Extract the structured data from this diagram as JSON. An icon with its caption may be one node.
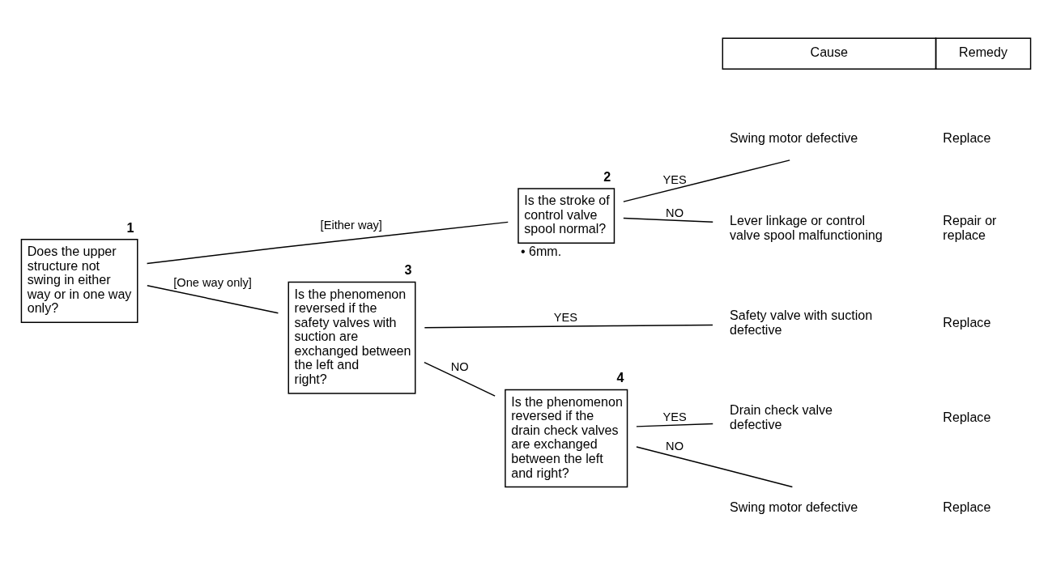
{
  "diagram": {
    "nodes": [
      {
        "text": [
          "Does the upper structure not swing in either way or in one way only?"
        ],
        "beside": [
          "1"
        ]
      },
      {
        "text": [
          "Is the stroke of control valve spool normal?"
        ],
        "beside": [
          "2",
          "• 6mm."
        ]
      },
      {
        "text": [
          "Is the phenomenon reversed if the safety valves with suction are exchanged between the left and right?"
        ],
        "beside": [
          "3"
        ]
      },
      {
        "text": [
          "Is the phenomenon reversed if the drain check valves are exchanged between the left and right?"
        ],
        "beside": [
          "4"
        ]
      },
      {
        "text": [
          "Swing motor defective"
        ],
        "beside": [
          "Replace"
        ]
      },
      {
        "text": [
          "Lever linkage or control valve spool malfunctioning"
        ],
        "beside": [
          "Repair or replace"
        ]
      },
      {
        "text": [
          "Safety valve with suction defective"
        ],
        "beside": [
          "Replace"
        ]
      },
      {
        "text": [
          "Drain check valve defective"
        ],
        "beside": [
          "Replace"
        ]
      },
      {
        "text": [
          "Swing motor defective"
        ],
        "beside": [
          "Replace"
        ]
      }
    ],
    "edges": [
      {
        "from": 0,
        "to": 1,
        "arrow": "none",
        "label": "[Either way]"
      },
      {
        "from": 0,
        "to": 2,
        "arrow": "none",
        "label": "[One way only]"
      },
      {
        "from": 1,
        "to": 4,
        "arrow": "none",
        "label": "YES"
      },
      {
        "from": 1,
        "to": 5,
        "arrow": "none",
        "label": "NO"
      },
      {
        "from": 2,
        "to": 6,
        "arrow": "none",
        "label": "YES"
      },
      {
        "from": 2,
        "to": 3,
        "arrow": "none",
        "label": "NO"
      },
      {
        "from": 3,
        "to": 7,
        "arrow": "none",
        "label": "YES"
      },
      {
        "from": 3,
        "to": 8,
        "arrow": "none",
        "label": "NO"
      }
    ],
    "labels": [
      "Cause",
      "Remedy"
    ]
  }
}
